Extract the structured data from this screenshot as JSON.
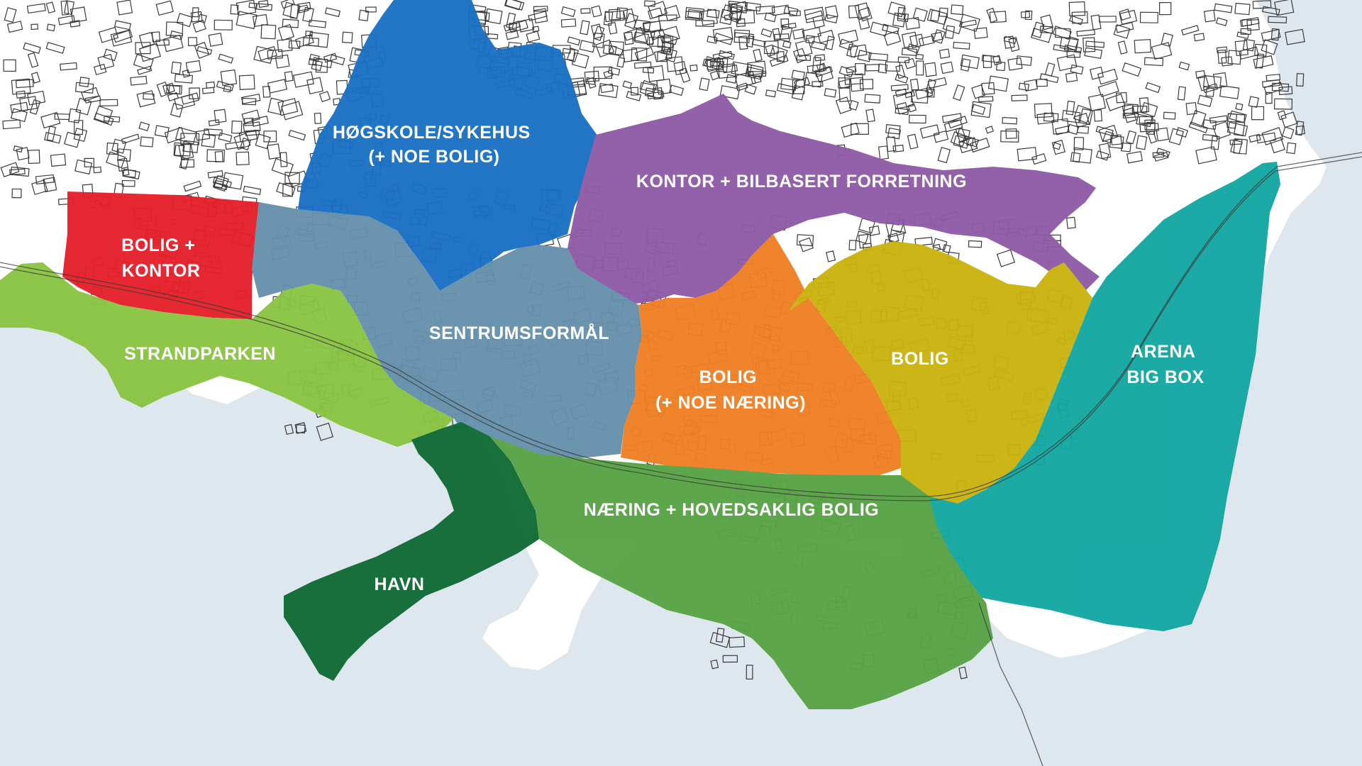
{
  "map": {
    "zones": [
      {
        "id": "hogskole",
        "lines": [
          "HØGSKOLE/SYKEHUS",
          "(+ NOE BOLIG)"
        ],
        "color": "#1a6fc4"
      },
      {
        "id": "kontor-bilbasert",
        "lines": [
          "KONTOR + BILBASERT FORRETNING"
        ],
        "color": "#8e5ba7"
      },
      {
        "id": "bolig-kontor",
        "lines": [
          "BOLIG +",
          "KONTOR"
        ],
        "color": "#e5202a"
      },
      {
        "id": "sentrum",
        "lines": [
          "SENTRUMSFORMÅL"
        ],
        "color": "#6690ab"
      },
      {
        "id": "strandparken",
        "lines": [
          "STRANDPARKEN"
        ],
        "color": "#89c442"
      },
      {
        "id": "bolig-naering",
        "lines": [
          "BOLIG",
          "(+ NOE NÆRING)"
        ],
        "color": "#f07f25"
      },
      {
        "id": "bolig",
        "lines": [
          "BOLIG"
        ],
        "color": "#c9b20e"
      },
      {
        "id": "arena",
        "lines": [
          "ARENA",
          "BIG BOX"
        ],
        "color": "#12a7a1"
      },
      {
        "id": "havn",
        "lines": [
          "HAVN"
        ],
        "color": "#0f6b34"
      },
      {
        "id": "naering-bolig",
        "lines": [
          "NÆRING + HOVEDSAKLIG BOLIG"
        ],
        "color": "#58a345"
      }
    ],
    "colors": {
      "water": "#dfe7ee",
      "land": "#ffffff",
      "buildings": "#3a3a3a"
    }
  }
}
